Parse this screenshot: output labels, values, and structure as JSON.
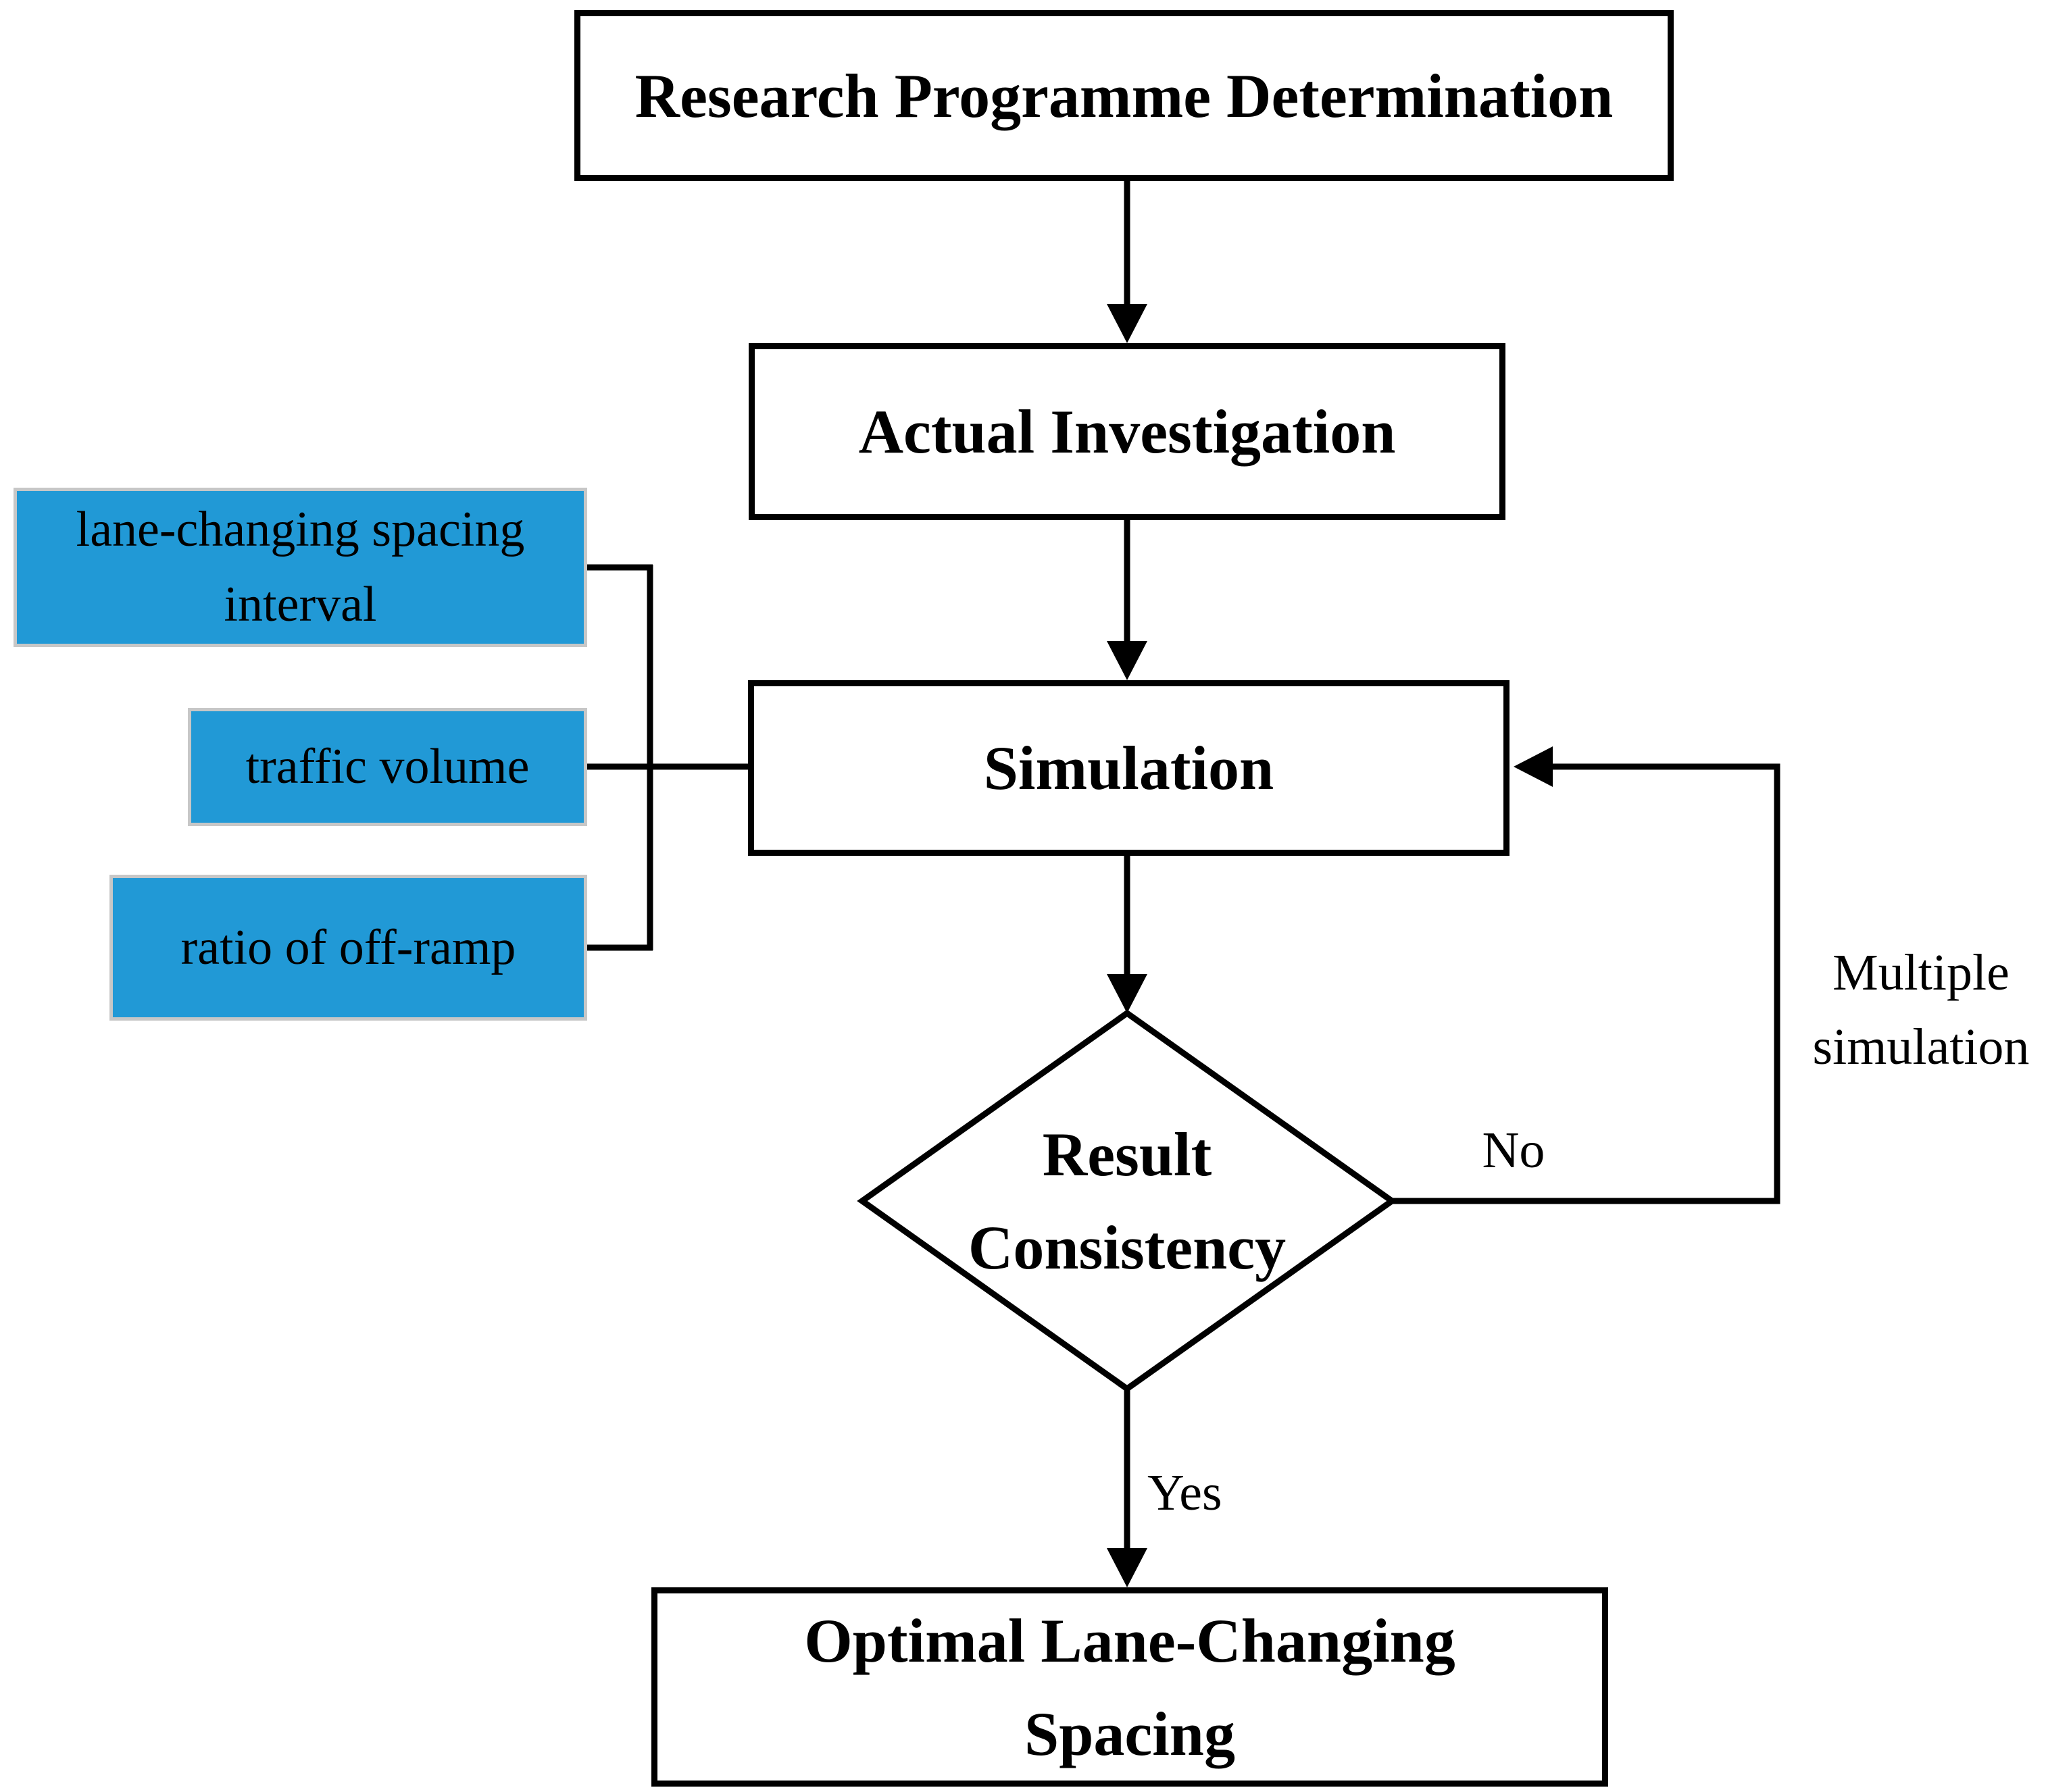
{
  "flowchart": {
    "process_nodes": {
      "research": "Research Programme Determination",
      "investigation": "Actual Investigation",
      "simulation": "Simulation",
      "decision": "Result Consistency",
      "optimal": "Optimal Lane-Changing Spacing"
    },
    "input_parameters": [
      {
        "label": "lane-changing spacing interval"
      },
      {
        "label": "traffic volume"
      },
      {
        "label": "ratio of off-ramp"
      }
    ],
    "edge_labels": {
      "no": "No",
      "yes": "Yes",
      "loop_note": "Multiple simulation"
    },
    "colors": {
      "parameter_fill": "#2199d6",
      "line": "#000000"
    }
  }
}
